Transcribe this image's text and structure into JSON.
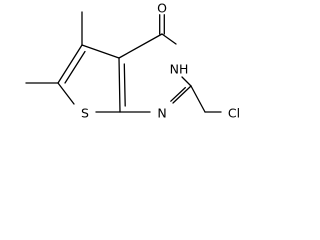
{
  "molecule": {
    "atoms": {
      "oxygen": "O",
      "nh": "NH",
      "nitrogen": "N",
      "sulfur": "S",
      "chlorine": "Cl"
    },
    "colors": {
      "bond": "#000000",
      "label": "#000000",
      "background": "#ffffff"
    }
  }
}
